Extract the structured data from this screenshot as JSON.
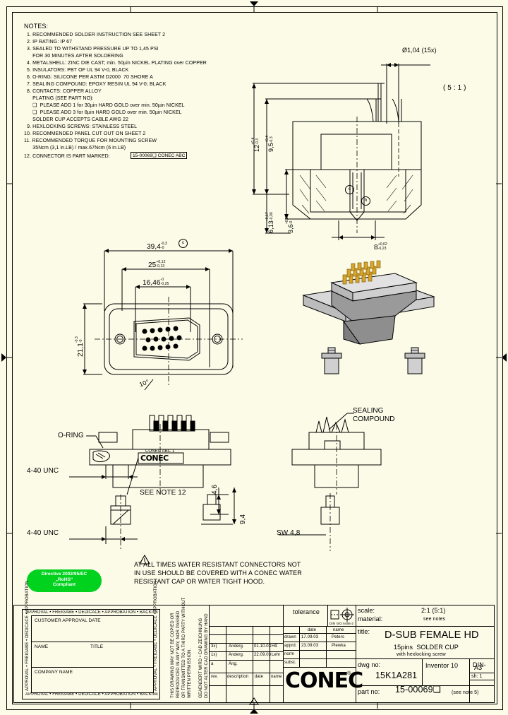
{
  "sheet": {
    "notes_title": "NOTES:",
    "notes": [
      "1. RECOMMENDED SOLDER INSTRUCTION SEE SHEET 2",
      "2. IP RATING: IP 67",
      "3. SEALED TO WITHSTAND PRESSURE UP TO 1,45 PSI",
      "    FOR 30 MINUTES AFTER SOLDERING",
      "4. METALSHELL: ZINC DIE CAST; min. 50µin NICKEL PLATING over COPPER",
      "5. INSULATORS: PBT OF UL 94 V-0, BLACK",
      "6. O-RING: SILICONE PER ASTM D2000  70 SHORE A",
      "7. SEALING COMPOUND: EPOXY RESIN UL 94 V-0; BLACK",
      "8. CONTACTS: COPPER ALLOY",
      "    PLATING (SEE PART NO):",
      "    ❑  PLEASE ADD 1 for 30µin HARD GOLD over min. 50µin NICKEL",
      "    ❑  PLEASE ADD 3 for 8µin HARD GOLD over min. 50µin NICKEL",
      "    SOLDER CUP ACCEPTS CABLE AWG 22",
      "  9. HEXLOCKING SCREWS: STAINLESS STEEL",
      "10. RECOMMENDED PANEL CUT OUT ON SHEET 2",
      "11. RECOMMENDED TORQUE FOR MOUNTING SCREW",
      "      35Ncm (3,1 in.LB) / max.67Ncm (6 in.LB)",
      "12. CONNECTOR IS PART MARKED:"
    ],
    "part_marking": "15-00069❑  CONEC  ABC"
  },
  "dimensions": {
    "hole_dia": "Ø1,04 (15x)",
    "detail_scale": "( 5 : 1 )",
    "v_12": "12",
    "v_12_tol_up": "+0,4",
    "v_12_tol_dn": "-0,3",
    "v_95": "9,5",
    "v_95_tol_up": "+0,4",
    "v_95_tol_dn": "-0,3",
    "v_613": "6,13",
    "v_613_tol_up": "-0,17",
    "v_613_tol_dn": "-0,00",
    "v_36": "3,6",
    "v_36_tol_up": "+0,25",
    "v_36_tol_dn": "-0",
    "v_8": "8",
    "v_8_tol_up": "+0,02",
    "v_8_tol_dn": "-0,23",
    "h_394": "39,4",
    "h_394_tol_up": "-0,3",
    "h_394_tol_dn": "-0",
    "h_25": "25",
    "h_25_tol_up": "+0,12",
    "h_25_tol_dn": "-0,13",
    "h_1646": "16,46",
    "h_1646_tol_up": "-0",
    "h_1646_tol_dn": "-0,25",
    "v_211": "21,1",
    "v_211_tol_up": "-0,3",
    "v_211_tol_dn": "-0",
    "angle_10": "10°",
    "d_46": "4,6",
    "d_94": "9,4",
    "sw": "SW 4,8",
    "unc_top": "4-40 UNC",
    "unc_bottom": "4-40 UNC"
  },
  "callouts": {
    "oring": "O-RING",
    "sealing": "SEALING\nCOMPOUND",
    "see_note": "SEE NOTE 12",
    "marking_on_part": "CONEC ABC 1",
    "logo_on_part": "CONEC"
  },
  "datums": {
    "c": "c",
    "h": "h",
    "c2": "c",
    "c3": "c"
  },
  "warning": {
    "lines": [
      "AT ALL TIMES WATER RESISTANT CONNECTORS NOT",
      "IN USE SHOULD BE COVERED WITH A CONEC WATER",
      "RESISTANT CAP OR WATER TIGHT HOOD."
    ]
  },
  "rohs": {
    "line1": "Directive 2002/95/EC",
    "line2": "„RoHS“",
    "line3": "Compliant"
  },
  "customer_block": {
    "top_border": "APPROVAL • FREIGABE • DEDICACE • APPROBATION • BACKING • APPROVAL",
    "bottom_border": "APPROVAL • FREIGABE • DEDICACE • APPROBATION • BACKING • APPROVAL",
    "left_border": "APPROVAL • FREIGABE • DEDICACE • APPROBATION",
    "right_border": "APPROVAL • FREIGABE • DEDICACE • APPROBATION",
    "row1": "CUSTOMER APPROVAL DATE",
    "row2_name": "NAME",
    "row2_title": "TITLE",
    "row3": "COMPANY NAME"
  },
  "copyright": {
    "line1": "THIS DRAWING MAY NOT BE COPIED OR",
    "line2": "REPRODUCED IN ANY WAY, NOR PASSED",
    "line3": "OR TRANSMITTED TO A THIRD PARTY WITHOUT",
    "line4": "WRITTEN PERMISSION."
  },
  "cad_note": {
    "line1": "GEAENDERT WIRD • CAD ZEICHNUNG",
    "line2": "DO NOT ALTER CAD DRAWING BY HAND"
  },
  "revisions": {
    "headers": [
      "rev.",
      "description",
      "date",
      "name"
    ],
    "rows": [
      {
        "rev": "3x)",
        "description": "Änderg.",
        "date": "01.10.03",
        "name": "Hß"
      },
      {
        "rev": "1x)",
        "description": "Änderg.",
        "date": "22.09.03",
        "name": "Lehr"
      },
      {
        "rev": "a",
        "description": "Äng.",
        "date": "",
        "name": ""
      }
    ]
  },
  "title_block": {
    "tolerance_label": "tolerance",
    "projection_label": "DIN ISO 5456-2",
    "scale_label": "scale:",
    "scale_value": "2:1 (5:1)",
    "material_label": "material:",
    "material_value": "see notes",
    "col_date": "date",
    "col_name": "name",
    "rows": [
      {
        "label": "drawn",
        "date": "17.09.03",
        "name": "Peters"
      },
      {
        "label": "apprd.",
        "date": "23.09.03",
        "name": "Plewka"
      },
      {
        "label": "norm",
        "date": "",
        "name": ""
      },
      {
        "label": "subst.",
        "date": "",
        "name": ""
      }
    ],
    "brand": "CONEC",
    "brand_mark": "®",
    "title_label": "title:",
    "title_main": "D-SUB FEMALE HD",
    "title_sub1": "15pins  SOLDER CUP",
    "title_sub2": "with hexlocking screw",
    "dwg_label": "dwg no:",
    "dwg_no": "15K1A281",
    "cad_system": "Inventor 10",
    "standard": "DIN-",
    "format": "A3",
    "sheet_no": "sh: 1",
    "part_label": "part no:",
    "part_no": "15-00069❑",
    "part_note": "(see note 5)"
  }
}
